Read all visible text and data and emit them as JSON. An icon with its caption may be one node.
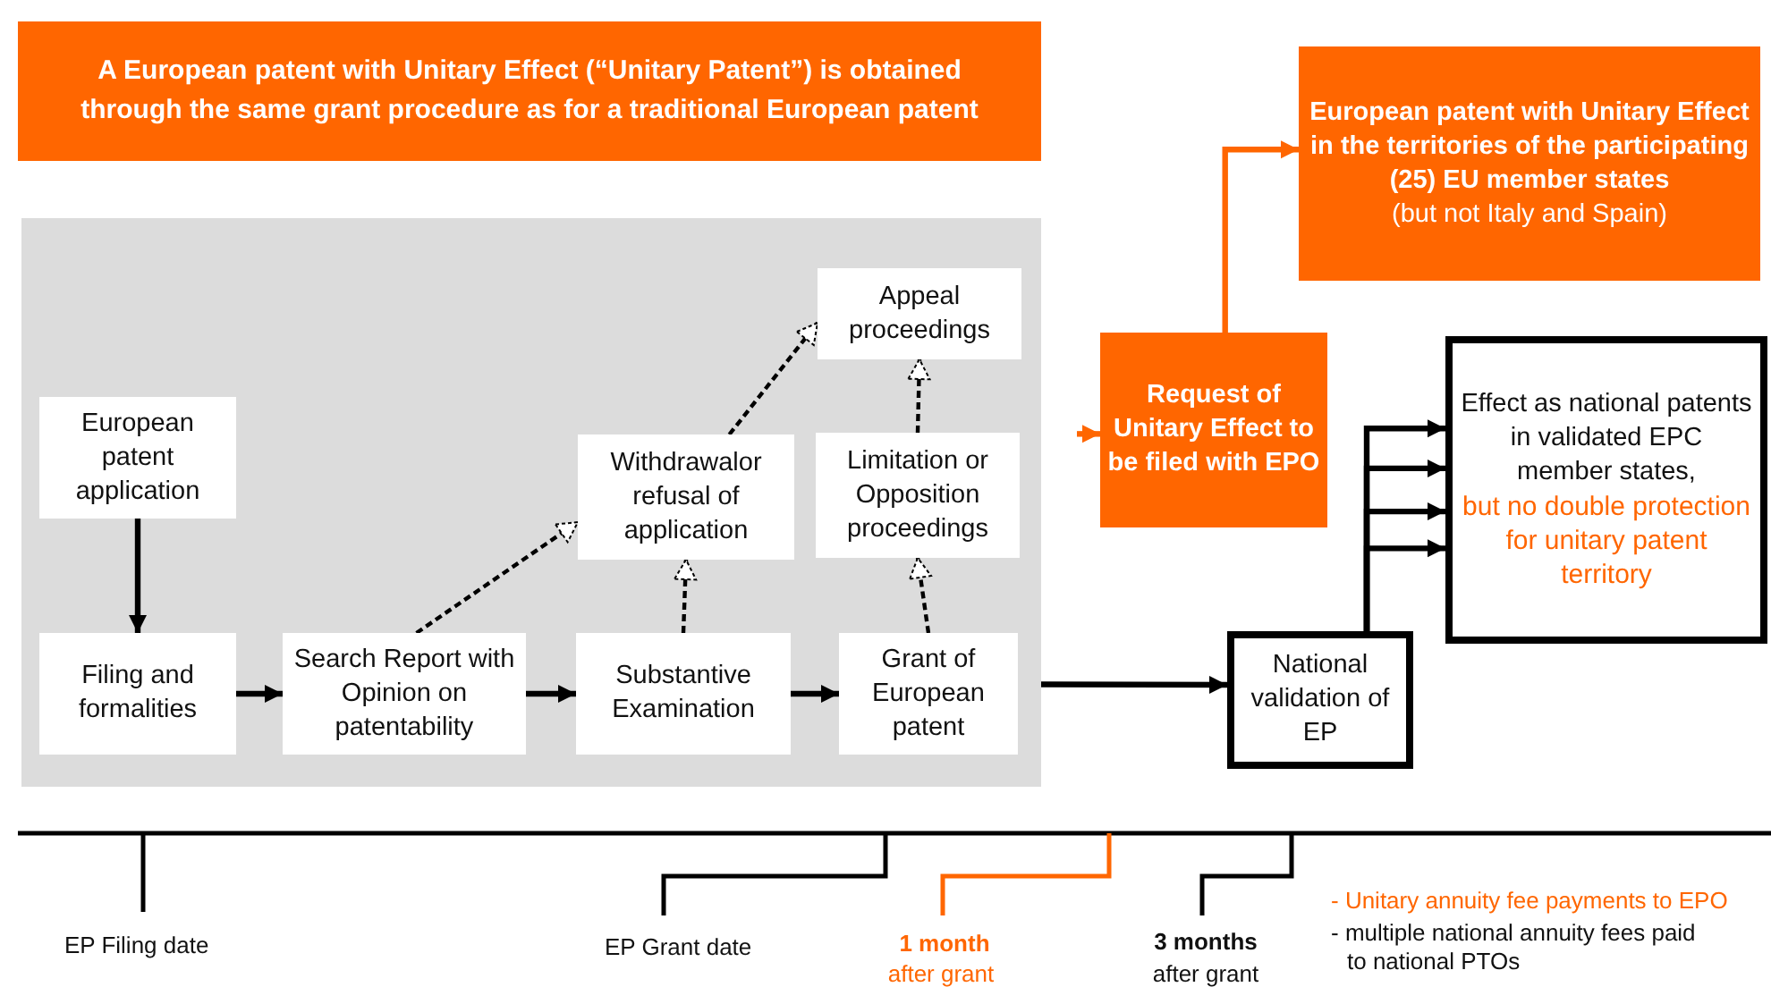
{
  "diagram": {
    "nodes": [
      {
        "text": [
          "A European patent with Unitary Effect (“Unitary Patent”) is obtained through the same grant procedure as for a traditional European patent"
        ]
      },
      {
        "text": [],
        "shape": "box"
      },
      {
        "text": [
          "European patent application"
        ],
        "in": 1
      },
      {
        "text": [
          "Filing and formalities"
        ],
        "in": 1
      },
      {
        "text": [
          "Search Report with Opinion on patentability"
        ],
        "in": 1
      },
      {
        "text": [
          "Substantive Examination"
        ],
        "in": 1
      },
      {
        "text": [
          "Grant of European patent"
        ],
        "in": 1
      },
      {
        "text": [
          "Withdrawalor refusal of application"
        ],
        "in": 1
      },
      {
        "text": [
          "Limitation or Opposition proceedings"
        ],
        "in": 1
      },
      {
        "text": [
          "Appeal proceedings"
        ],
        "in": 1
      },
      {
        "text": [
          "Request of Unitary Effect to be filed with EPO"
        ]
      },
      {
        "text": [
          "European patent with Unitary Effect in the territories of the participating (25) EU member states",
          "(but not Italy and Spain)"
        ]
      },
      {
        "text": [
          "National validation of EP"
        ]
      },
      {
        "text": [
          "Effect as national patents in validated EPC member states,",
          "but no double protection for unitary patent territory"
        ]
      }
    ],
    "edges": [
      {
        "from": 2,
        "to": 3,
        "arrow": "to"
      },
      {
        "from": 3,
        "to": 4,
        "arrow": "to"
      },
      {
        "from": 4,
        "to": 5,
        "arrow": "to"
      },
      {
        "from": 5,
        "to": 6,
        "arrow": "to"
      },
      {
        "from": 4,
        "to": 7,
        "arrow": "to",
        "style": "dashed"
      },
      {
        "from": 5,
        "to": 7,
        "arrow": "to",
        "style": "dashed"
      },
      {
        "from": 6,
        "to": 8,
        "arrow": "to",
        "style": "dashed"
      },
      {
        "from": 8,
        "to": 9,
        "arrow": "to",
        "style": "dashed"
      },
      {
        "from": 7,
        "to": 9,
        "arrow": "to",
        "style": "dashed"
      },
      {
        "from": 1,
        "to": 12,
        "arrow": "to"
      },
      {
        "from": null,
        "to": 10,
        "arrow": "to",
        "color": "#ff6600"
      },
      {
        "from": 10,
        "to": 11,
        "arrow": "to",
        "color": "#ff6600"
      },
      {
        "from": 12,
        "to": 13,
        "arrow": "to"
      },
      {
        "from": 12,
        "to": 13,
        "arrow": "to"
      },
      {
        "from": 12,
        "to": 13,
        "arrow": "to"
      },
      {
        "from": 12,
        "to": 13,
        "arrow": "to"
      }
    ],
    "labels": [
      "EP Filing date",
      "EP Grant date",
      "1 month",
      "after grant",
      "3 months",
      "after grant",
      "- Unitary annuity fee payments to EPO",
      "- multiple national annuity fees paid to national PTOs"
    ]
  }
}
